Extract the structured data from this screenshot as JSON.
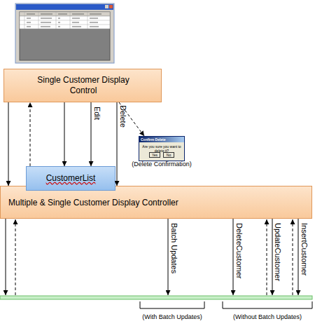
{
  "diagram": {
    "nodes": [
      {
        "text": [
          "Single Customer Display Control"
        ]
      },
      {
        "text": [
          "Confirm Delete",
          "Are you sure you want to delete it?",
          "Yes",
          "No"
        ]
      },
      {
        "text": [
          "CustomerList"
        ]
      },
      {
        "text": [
          "Multiple & Single Customer Display Controller"
        ]
      }
    ],
    "edges": [
      {
        "from": 0,
        "to": 3,
        "arrow": "to"
      },
      {
        "from": 2,
        "to": 0,
        "arrow": "to"
      },
      {
        "from": 0,
        "to": 2,
        "arrow": "to"
      },
      {
        "from": 0,
        "to": 2,
        "label": "Edit",
        "arrow": "to"
      },
      {
        "from": 0,
        "to": 3,
        "label": "Delete",
        "arrow": "to"
      },
      {
        "from": 0,
        "to": 1,
        "arrow": "to"
      }
    ],
    "labels": [
      "(Delete Confirmation)",
      "Batch Updates",
      "DeleteCustomer",
      "UpdateCustomer",
      "InsertCustomer",
      "(With Batch Updates)",
      "(Without Batch Updates)"
    ]
  }
}
